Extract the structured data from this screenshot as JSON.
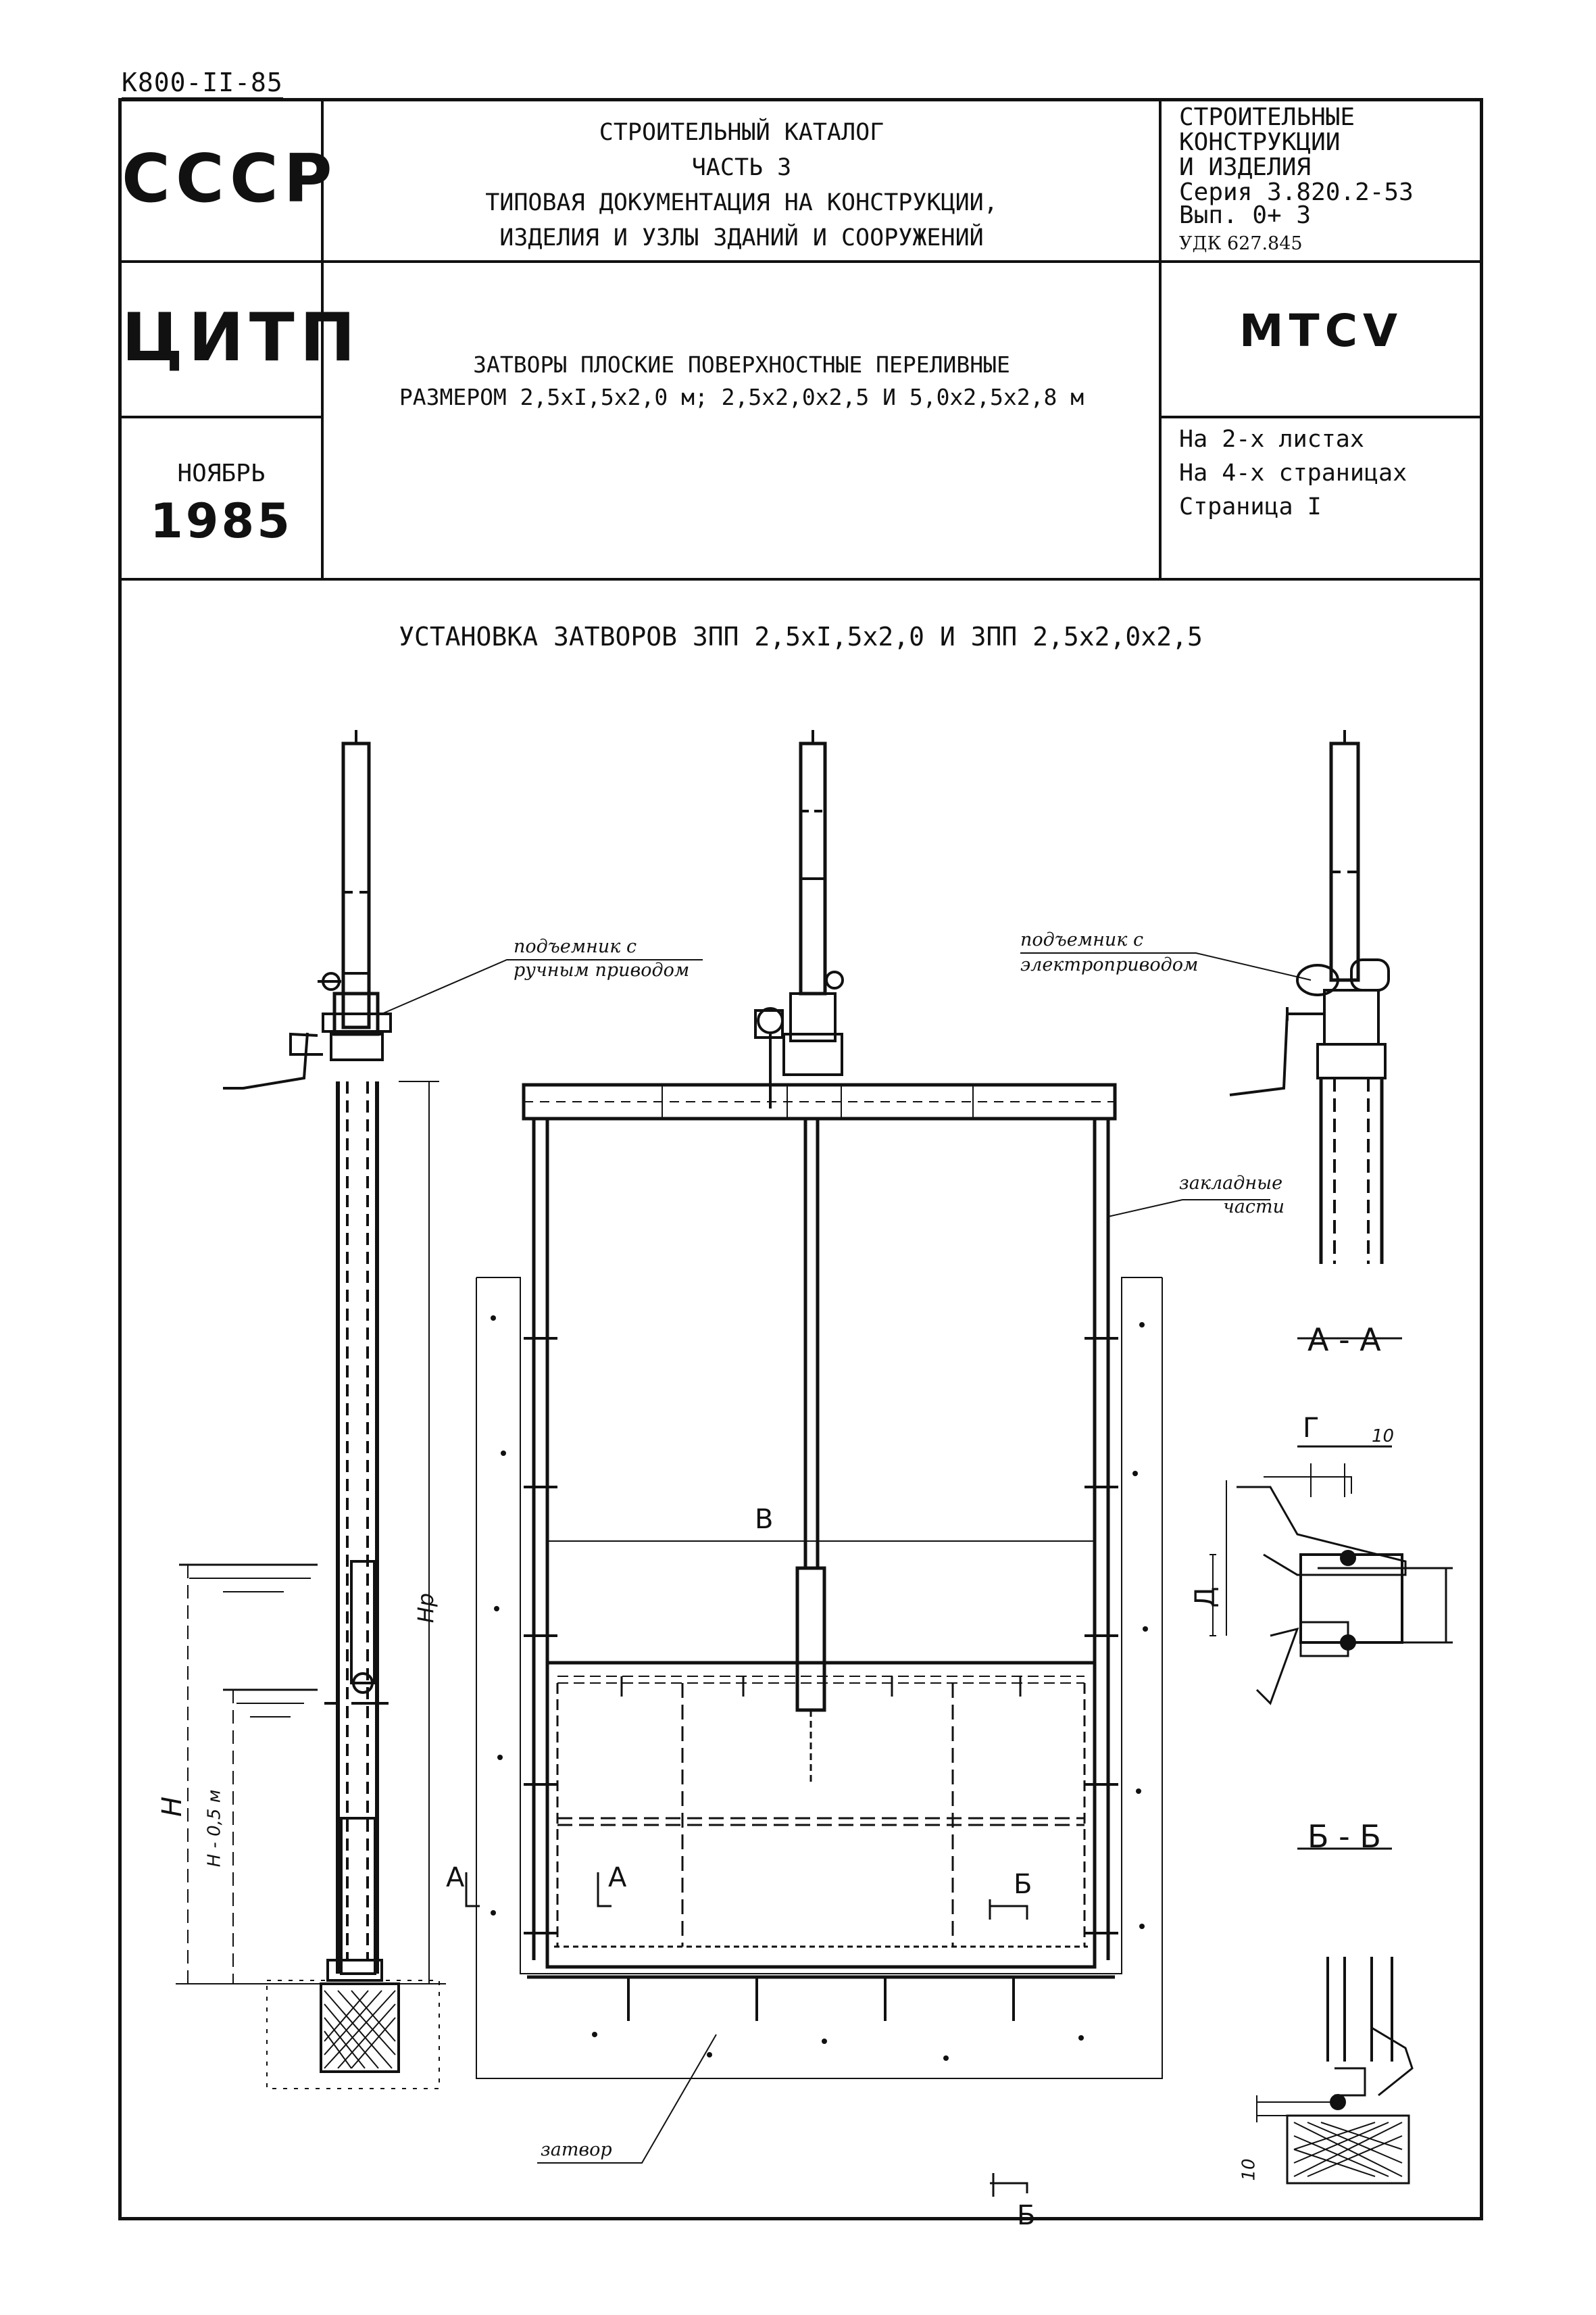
{
  "doc_code": "К800-II-85",
  "header": {
    "ussr": "СССР",
    "citp": "ЦИТП",
    "month": "НОЯБРЬ",
    "year": "1985",
    "catalog": "СТРОИТЕЛЬНЫЙ КАТАЛОГ\nЧАСТЬ 3\nТИПОВАЯ ДОКУМЕНТАЦИЯ НА КОНСТРУКЦИИ,\nИЗДЕЛИЯ И УЗЛЫ ЗДАНИЙ И СООРУЖЕНИЙ",
    "series": "СТРОИТЕЛЬНЫЕ\nКОНСТРУКЦИИ\nИ ИЗДЕЛИЯ\nСерия 3.820.2-53",
    "issue": "Вып. 0+ 3",
    "udk": "УДК 627.845",
    "title_line1": "ЗАТВОРЫ ПЛОСКИЕ ПОВЕРХНОСТНЫЕ ПЕРЕЛИВНЫЕ",
    "title_line2": "РАЗМЕРОМ 2,5xI,5x2,0 м; 2,5x2,0x2,5 И 5,0x2,5x2,8 м",
    "code": "МТСV",
    "sheets": "На 2-х листах",
    "pages": "На 4-х страницах",
    "page": "Страница I"
  },
  "drawing": {
    "title": "УСТАНОВКА ЗАТВОРОВ ЗПП 2,5xI,5x2,0 И ЗПП 2,5x2,0x2,5",
    "labels": {
      "manual_lifter_1": "подъемник с",
      "manual_lifter_2": "ручным приводом",
      "electric_lifter_1": "подъемник с",
      "electric_lifter_2": "электроприводом",
      "embedded_1": "закладные",
      "embedded_2": "части",
      "gate": "затвор",
      "width_B": "B",
      "height_Hp": "Hp",
      "height_H": "H",
      "height_H05": "H - 0,5 м",
      "section_AA": "А - А",
      "section_BB": "Б - Б",
      "cut_A": "А",
      "cut_B": "Б",
      "dim_G": "Г",
      "dim_D": "Д",
      "dim_10": "10"
    }
  }
}
